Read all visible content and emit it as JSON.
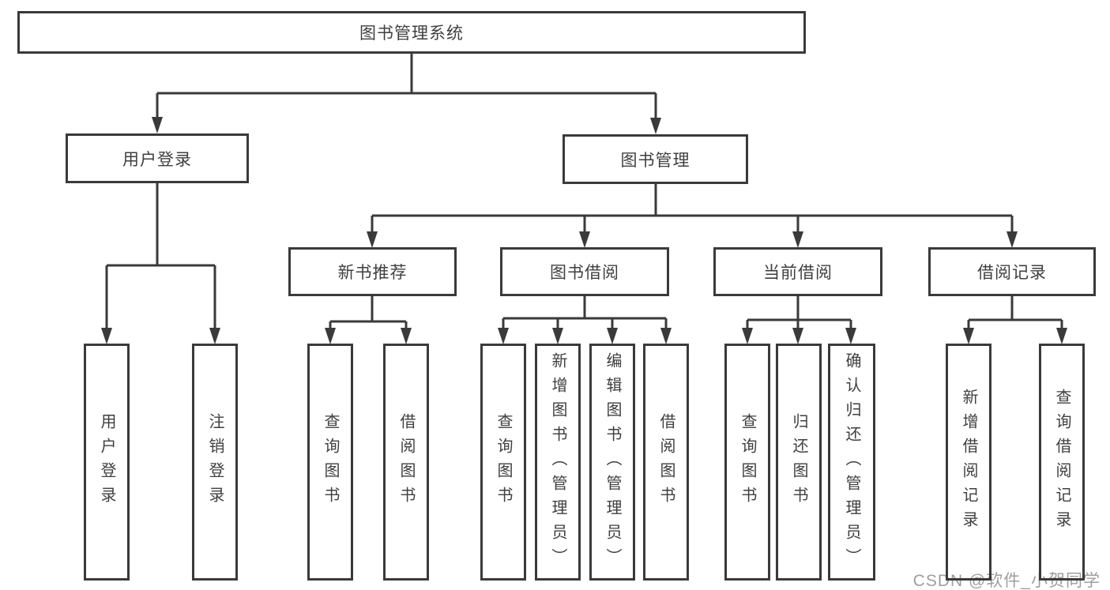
{
  "tree": {
    "label": "图书管理系统",
    "children": [
      {
        "label": "用户登录",
        "children": [
          {
            "label": "用户登录"
          },
          {
            "label": "注销登录"
          }
        ]
      },
      {
        "label": "图书管理",
        "children": [
          {
            "label": "新书推荐",
            "children": [
              {
                "label": "查询图书"
              },
              {
                "label": "借阅图书"
              }
            ]
          },
          {
            "label": "图书借阅",
            "children": [
              {
                "label": "查询图书"
              },
              {
                "label": "新增图书（管理员）"
              },
              {
                "label": "编辑图书（管理员）"
              },
              {
                "label": "借阅图书"
              }
            ]
          },
          {
            "label": "当前借阅",
            "children": [
              {
                "label": "查询图书"
              },
              {
                "label": "归还图书"
              },
              {
                "label": "确认归还（管理员）"
              }
            ]
          },
          {
            "label": "借阅记录",
            "children": [
              {
                "label": "新增借阅记录"
              },
              {
                "label": "查询借阅记录"
              }
            ]
          }
        ]
      }
    ]
  },
  "watermark": {
    "text": "CSDN @软件_小贺同学"
  },
  "colors": {
    "line": "#3a3a3a",
    "box_border": "#3a3a3a",
    "text": "#3f3f3f",
    "watermark": "#9e9e9e",
    "background": "#ffffff"
  }
}
